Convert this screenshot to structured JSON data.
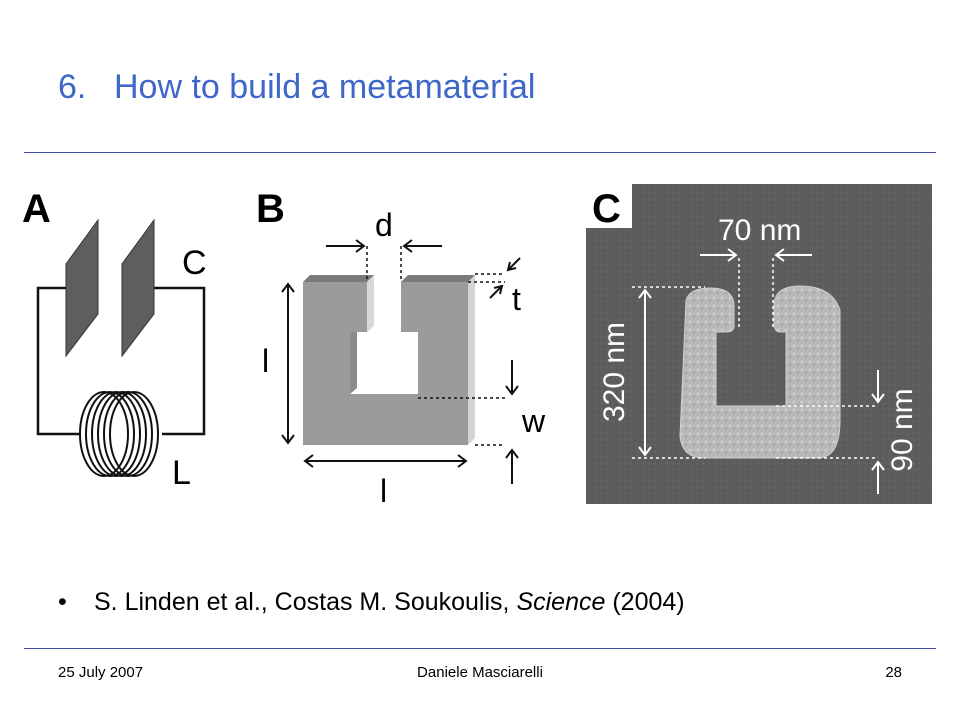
{
  "slide": {
    "title_number": "6.",
    "title_text": "How to build a metamaterial",
    "bullet_mark": "•",
    "citation_main": "S. Linden et al., Costas M. Soukoulis, ",
    "citation_journal": "Science",
    "citation_year": " (2004)"
  },
  "figure": {
    "panel_a": {
      "letter": "A",
      "cap_label": "C",
      "coil_label": "L"
    },
    "panel_b": {
      "letter": "B",
      "gap_label": "d",
      "thickness_label": "t",
      "height_label": "l",
      "width_label": "l",
      "arm_label": "w"
    },
    "panel_c": {
      "letter": "C",
      "gap_dim": "70 nm",
      "size_dim": "320 nm",
      "arm_dim": "90 nm"
    }
  },
  "footer": {
    "date": "25 July 2007",
    "author": "Daniele Masciarelli",
    "page": "28"
  },
  "colors": {
    "title": "#3f67c9",
    "rule": "#3f4fa8",
    "sem_background": "#5a5a5a"
  }
}
